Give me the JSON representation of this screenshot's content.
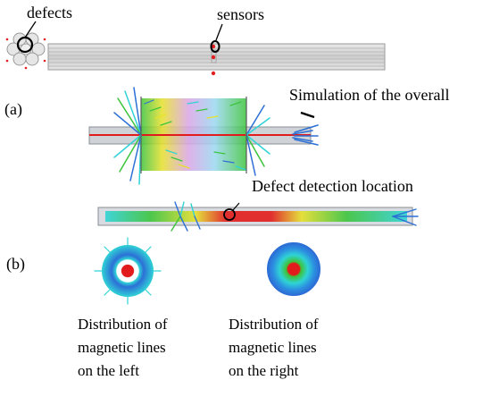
{
  "labels": {
    "defects": "defects",
    "sensors": "sensors",
    "panel_a": "(a)",
    "panel_b": "(b)",
    "simulation_overall": "Simulation of the overall",
    "defect_detection_location": "Defect detection location",
    "dist_left": [
      "Distribution of",
      "magnetic lines",
      "on the left"
    ],
    "dist_right": [
      "Distribution of",
      "magnetic lines",
      "on the right"
    ]
  },
  "colors": {
    "field_red": "#e21c1c",
    "field_green": "#3cc43c",
    "field_cyan": "#2fd3d6",
    "field_blue": "#2c6fd6",
    "field_yellow": "#e6e02a",
    "field_magenta": "#d36ad8",
    "sensor_red": "#e02020",
    "pipe_gray": "#c7c7c7",
    "outline": "#000000"
  }
}
